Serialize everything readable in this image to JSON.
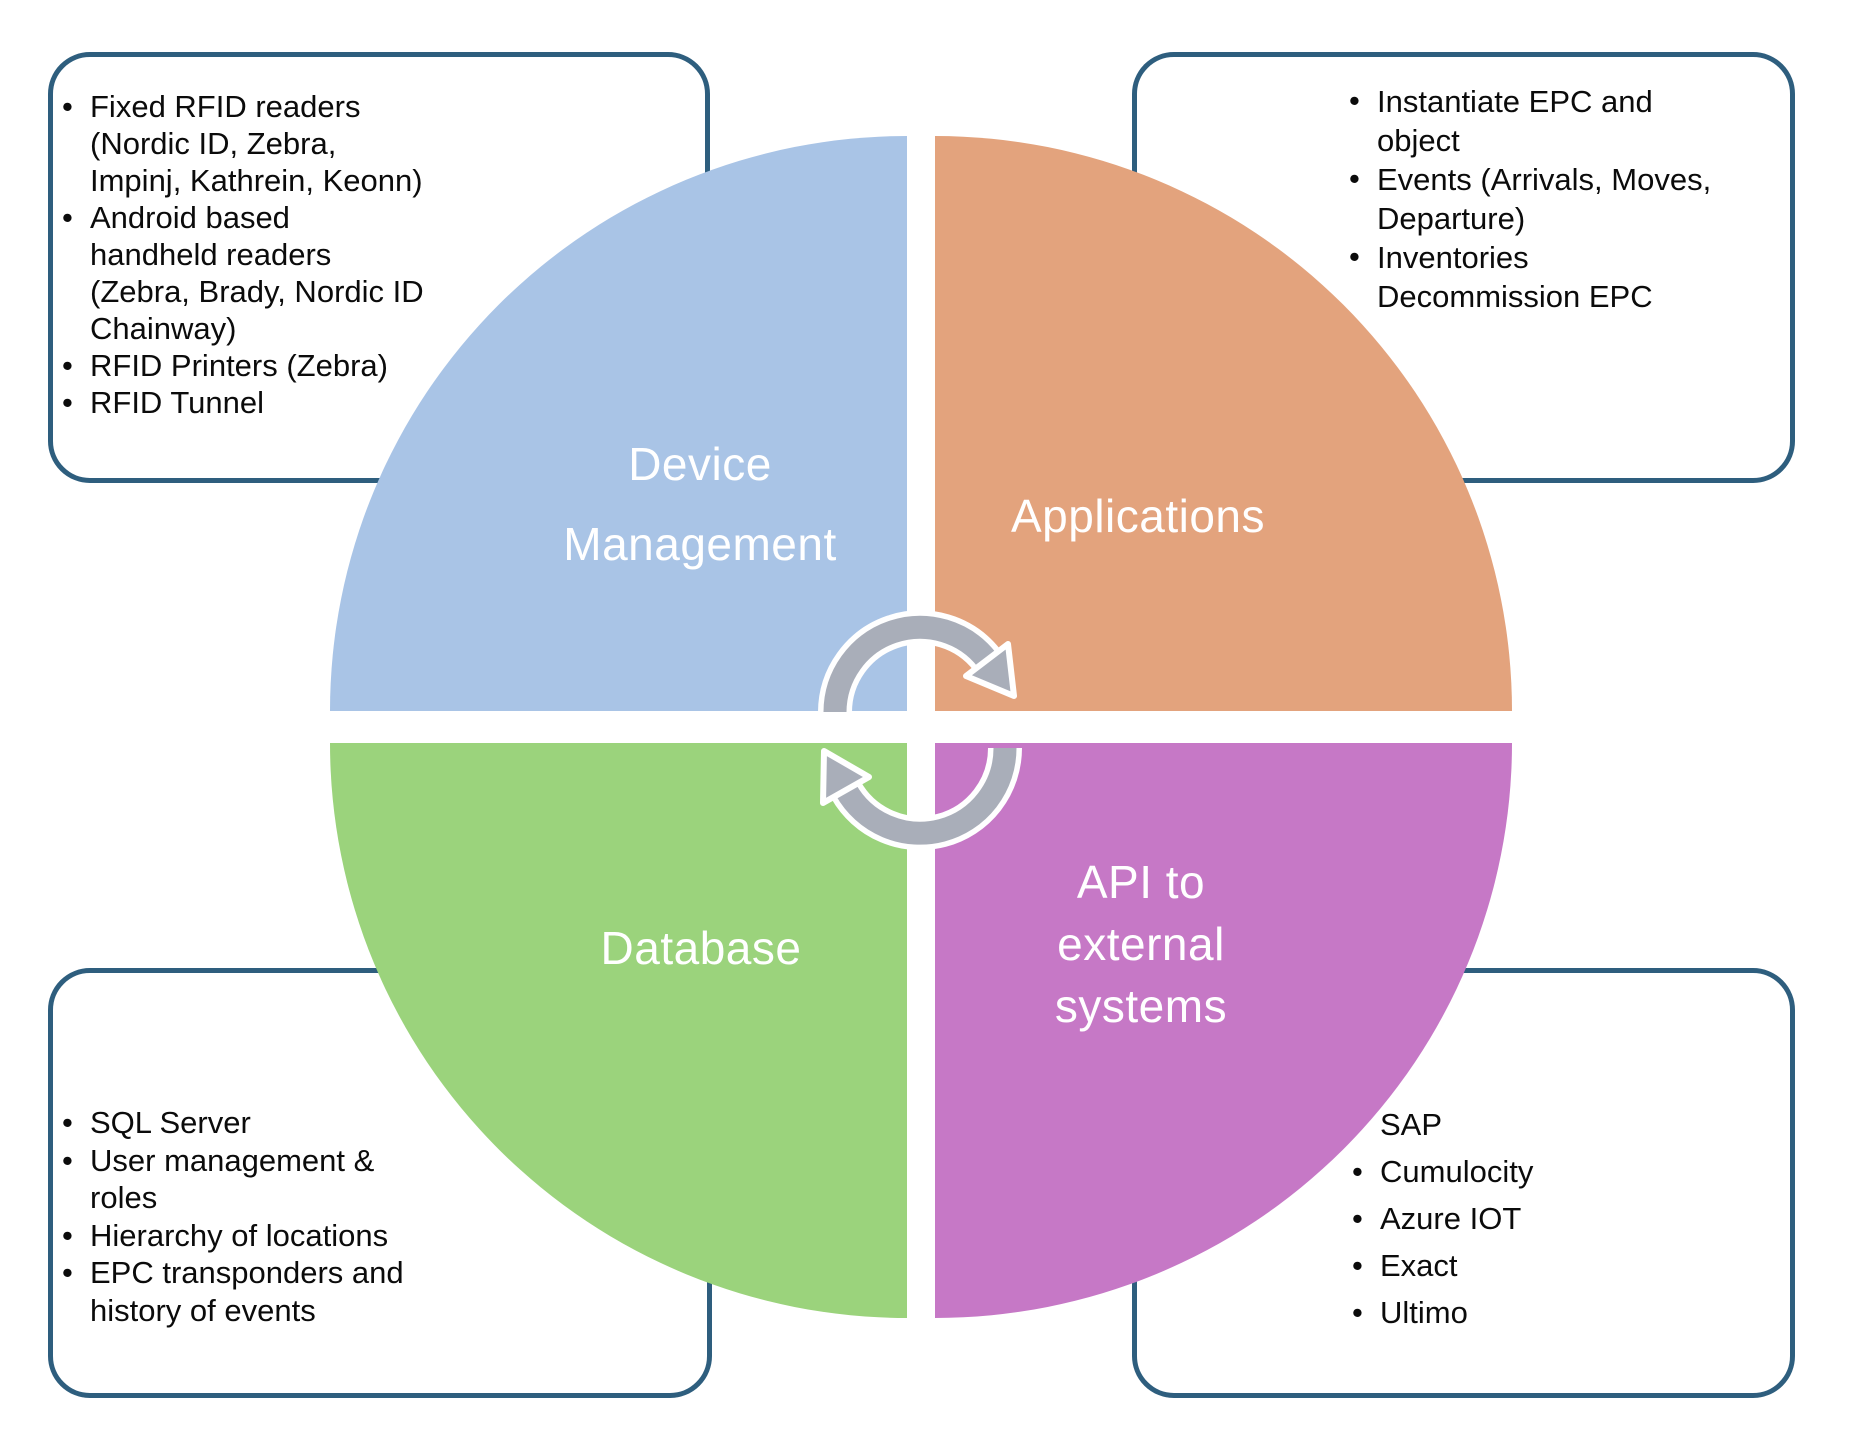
{
  "diagram": {
    "type": "four-quadrant cycle diagram",
    "background": "#ffffff"
  },
  "colors": {
    "box_border": "#2e5e7e",
    "quadrant_device": "#a9c4e6",
    "quadrant_applications": "#e3a37d",
    "quadrant_database": "#9bd37c",
    "quadrant_api": "#c678c6",
    "arrow_gray": "#a9aeb9",
    "arrow_outline": "#ffffff",
    "label_text": "#ffffff",
    "bullet_text": "#0b0b0b"
  },
  "quadrants": {
    "device_management": {
      "line1": "Device",
      "line2": "Management"
    },
    "applications": {
      "label": "Applications"
    },
    "database": {
      "label": "Database"
    },
    "api": {
      "line1": "API to",
      "line2": "external",
      "line3": "systems"
    }
  },
  "callouts": {
    "device_management": {
      "items": [
        "Fixed RFID readers\n(Nordic ID, Zebra,\nImpinj, Kathrein, Keonn)",
        "Android based\nhandheld readers\n(Zebra, Brady, Nordic ID\nChainway)",
        "RFID Printers (Zebra)",
        "RFID Tunnel"
      ]
    },
    "applications": {
      "items": [
        "Instantiate EPC and\nobject",
        "Events (Arrivals, Moves,\nDeparture)",
        "Inventories\nDecommission EPC"
      ]
    },
    "database": {
      "items": [
        "SQL Server",
        "User management &\nroles",
        "Hierarchy of locations",
        "EPC transponders and\nhistory of events"
      ]
    },
    "api": {
      "items": [
        "SAP",
        "Cumulocity",
        "Azure IOT",
        "Exact",
        "Ultimo"
      ]
    }
  }
}
